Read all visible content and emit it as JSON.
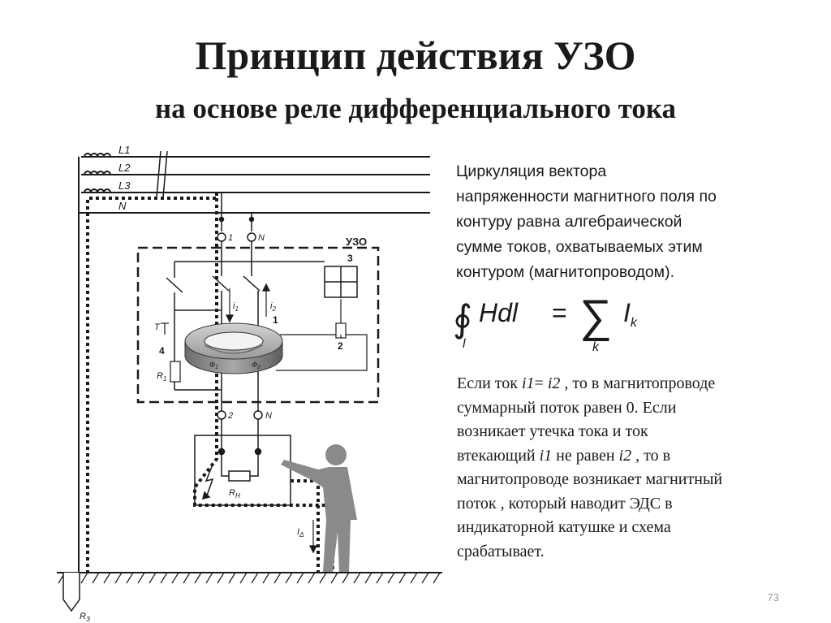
{
  "slide": {
    "title": "Принцип действия УЗО",
    "subtitle": "на основе реле дифференциального тока",
    "page_number": "73"
  },
  "diagram": {
    "line_labels": [
      "L1",
      "L2",
      "L3",
      "N"
    ],
    "terminal_top": [
      "1",
      "N"
    ],
    "terminal_bottom": [
      "2",
      "N"
    ],
    "device_label": "УЗО",
    "block_numbers": [
      "1",
      "2",
      "3",
      "4"
    ],
    "test_button": "T",
    "resistor_r1": "R",
    "resistor_r1_sub": "1",
    "current_i1": "i",
    "current_i1_sub": "1",
    "current_i2": "i",
    "current_i2_sub": "2",
    "flux1": "Ф",
    "flux1_sub": "1",
    "flux2": "Ф",
    "flux2_sub": "2",
    "load_label": "R",
    "load_sub": "Н",
    "leak_label": "I",
    "leak_sub": "Δ",
    "ground_label": "R",
    "ground_sub": "З"
  },
  "description": {
    "lines": [
      "Циркуляция вектора",
      "напряженности магнитного поля по",
      "контуру равна алгебраической",
      "сумме токов, охватываемых этим",
      "контуром (магнитопроводом)."
    ]
  },
  "formula": {
    "integral_sub": "l",
    "integrand": "Hdl",
    "equals": "=",
    "sum_sub": "k",
    "sum_term": "I",
    "sum_term_sub": "k"
  },
  "explanation": {
    "l1_a": "Если ток ",
    "l1_i1": "i1",
    "l1_eq": "= ",
    "l1_i2": "i2",
    "l1_b": " , то в магнитопроводе",
    "l2": "суммарный поток равен 0. Если",
    "l3": "возникает утечка тока и ток",
    "l4_a": "втекающий ",
    "l4_i1": "i1",
    "l4_b": " не равен ",
    "l4_i2": "i2",
    "l4_c": " ,  то в",
    "l5": "магнитопроводе возникает магнитный",
    "l6": "поток , который  наводит ЭДС в",
    "l7": "индикаторной катушке и схема",
    "l8": "срабатывает."
  }
}
